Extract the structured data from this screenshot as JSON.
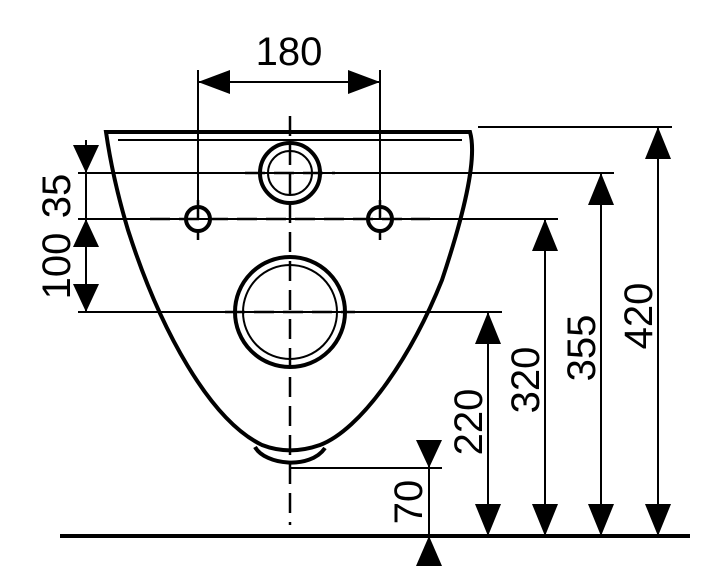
{
  "dimensions": {
    "top_width": "180",
    "left_upper": "35",
    "left_lower": "100",
    "h_420": "420",
    "h_355": "355",
    "h_320": "320",
    "h_220": "220",
    "h_70": "70"
  },
  "colors": {
    "line": "#000000",
    "background": "#ffffff"
  }
}
